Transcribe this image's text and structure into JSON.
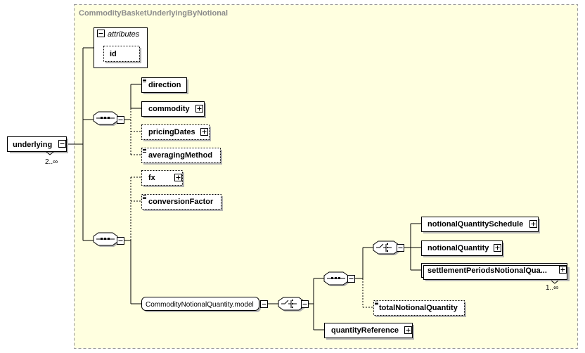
{
  "container": {
    "title": "CommodityBasketUnderlyingByNotional"
  },
  "attributes": {
    "header": "attributes",
    "id": "id"
  },
  "root": {
    "name": "underlying",
    "cardinality": "2..∞"
  },
  "seq1": {
    "direction": "direction",
    "commodity": "commodity",
    "pricingDates": "pricingDates",
    "averagingMethod": "averagingMethod"
  },
  "seq2": {
    "fx": "fx",
    "conversionFactor": "conversionFactor",
    "model": "CommodityNotionalQuantity.model"
  },
  "model": {
    "notionalQuantitySchedule": "notionalQuantitySchedule",
    "notionalQuantity": "notionalQuantity",
    "settlementPeriodsNotionalQuantity": "settlementPeriodsNotionalQua...",
    "settlementCardinality": "1..∞",
    "totalNotionalQuantity": "totalNotionalQuantity",
    "quantityReference": "quantityReference"
  },
  "icons": {
    "expand": "plus-box-icon",
    "collapse": "minus-box-icon",
    "sequence": "sequence-compositor-icon",
    "choice": "choice-compositor-icon",
    "simple": "simple-content-icon"
  },
  "colors": {
    "container_fill": "#ffffe0",
    "container_border": "#999999",
    "shadow": "#b3b3b3"
  }
}
